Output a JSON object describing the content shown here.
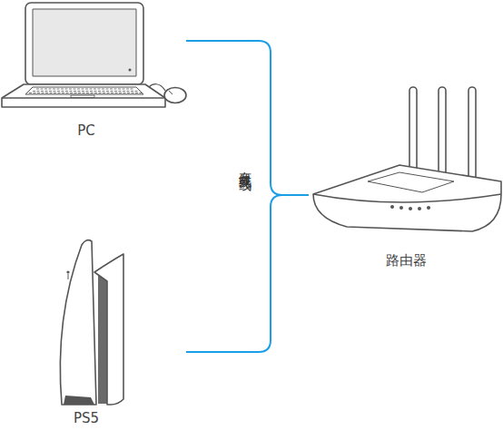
{
  "diagram": {
    "nodes": [
      {
        "text": [
          "PC"
        ]
      },
      {
        "text": [
          "PS5"
        ]
      },
      {
        "text": [
          "路由器"
        ]
      }
    ],
    "edges": [
      {
        "from": 0,
        "to": 2,
        "arrow": "none",
        "label": "有线或无线"
      },
      {
        "from": 1,
        "to": 2,
        "arrow": "none"
      }
    ]
  }
}
